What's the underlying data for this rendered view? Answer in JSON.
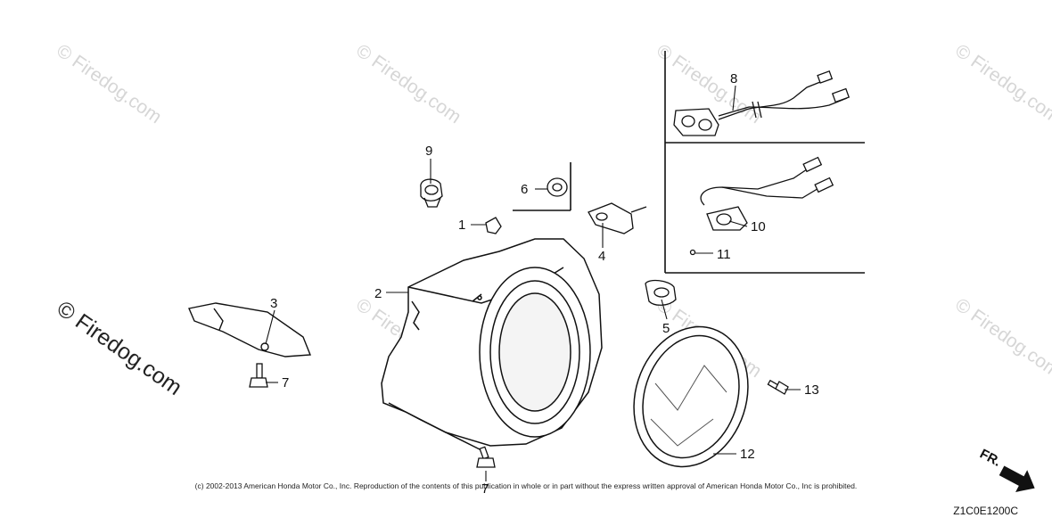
{
  "watermark": {
    "text": "© Firedog.com"
  },
  "parts": [
    {
      "id": "1",
      "label": "1"
    },
    {
      "id": "2",
      "label": "2"
    },
    {
      "id": "3",
      "label": "3"
    },
    {
      "id": "4",
      "label": "4"
    },
    {
      "id": "5",
      "label": "5"
    },
    {
      "id": "6",
      "label": "6"
    },
    {
      "id": "7a",
      "label": "7"
    },
    {
      "id": "7b",
      "label": "7"
    },
    {
      "id": "8",
      "label": "8"
    },
    {
      "id": "9",
      "label": "9"
    },
    {
      "id": "10",
      "label": "10"
    },
    {
      "id": "11",
      "label": "11"
    },
    {
      "id": "12",
      "label": "12"
    },
    {
      "id": "13",
      "label": "13"
    }
  ],
  "direction_marker": "FR.",
  "copyright": "(c) 2002-2013 American Honda Motor Co., Inc. Reproduction of the contents of this publication in whole or in part without the express written approval of American Honda Motor Co., Inc is prohibited.",
  "diagram_code": "Z1C0E1200C"
}
